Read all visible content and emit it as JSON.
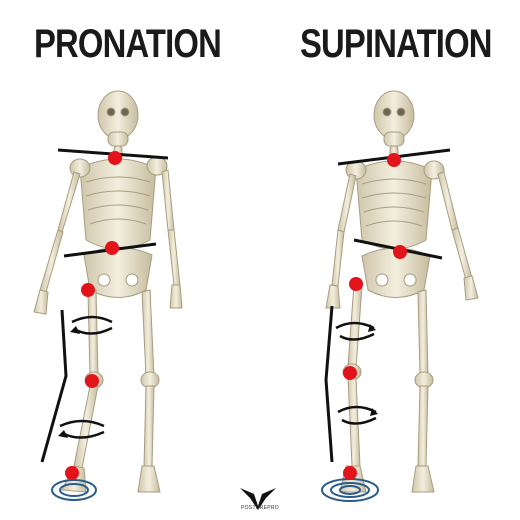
{
  "titles": {
    "left": "PRONATION",
    "right": "SUPINATION"
  },
  "colors": {
    "marker": "#e3131b",
    "bone": "#e9e2cc",
    "bone_shade": "#b9ae92",
    "line": "#111111",
    "foot_rings": "#2a5c8a"
  },
  "brand": {
    "logo_text": "POSTUREPRO",
    "icon": "bird-logo-icon"
  }
}
